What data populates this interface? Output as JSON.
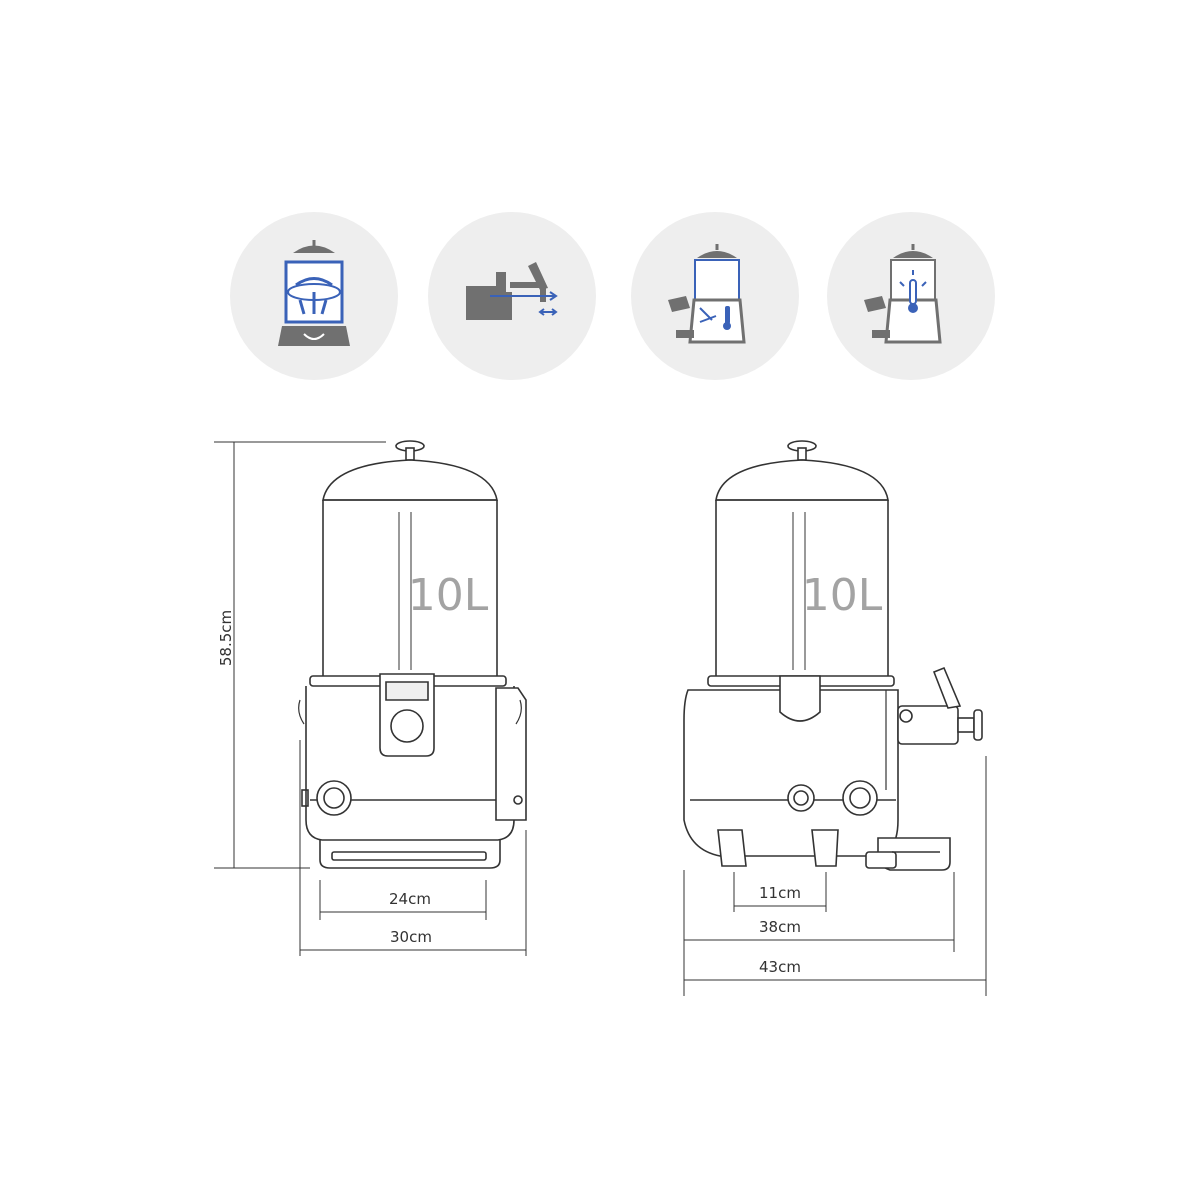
{
  "features": [
    {
      "icon": "agitator-mixer-icon"
    },
    {
      "icon": "tap-drip-tray-icon"
    },
    {
      "icon": "bain-marie-heating-icon"
    },
    {
      "icon": "thermostat-control-icon"
    }
  ],
  "capacity_label": "10L",
  "dimensions": {
    "height": "58.5cm",
    "front_inner_width": "24cm",
    "front_total_width": "30cm",
    "side_feet_spacing": "11cm",
    "side_body_depth": "38cm",
    "side_total_depth": "43cm"
  },
  "colors": {
    "icon_background": "#eeeeee",
    "icon_gray": "#707070",
    "icon_accent_blue": "#3a62b8",
    "outline": "#333333",
    "label_gray": "#a3a3a3"
  }
}
